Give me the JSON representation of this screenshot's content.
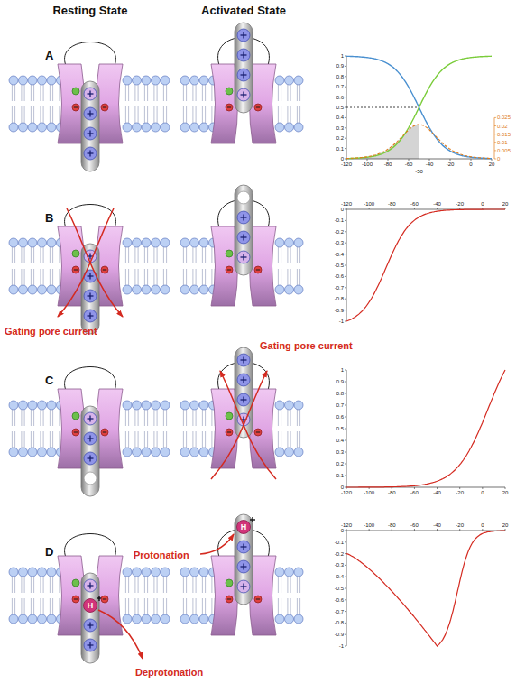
{
  "diagram": {
    "labels": [
      "Resting State",
      "Activated State",
      "A",
      "1",
      "0.9",
      "0.8",
      "0.7",
      "0.6",
      "0.5",
      "0.4",
      "0.3",
      "0.2",
      "0.1",
      "0",
      "-120",
      "-100",
      "-80",
      "-60",
      "-40",
      "-20",
      "0",
      "20",
      "-50",
      "0.025",
      "0.02",
      "0.015",
      "0.01",
      "0.005",
      "0",
      "B",
      "Gating pore current",
      "-120",
      "-100",
      "-80",
      "-60",
      "-40",
      "-20",
      "0",
      "20",
      "0",
      "-0.1",
      "-0.2",
      "-0.3",
      "-0.4",
      "-0.5",
      "-0.6",
      "-0.7",
      "-0.8",
      "-0.9",
      "-1",
      "C",
      "Gating pore current",
      "1",
      "0.9",
      "0.8",
      "0.7",
      "0.6",
      "0.5",
      "0.4",
      "0.3",
      "0.2",
      "0.1",
      "0",
      "-120",
      "-100",
      "-80",
      "-60",
      "-40",
      "-20",
      "0",
      "20",
      "D",
      "Protonation",
      "Deprotonation",
      "H",
      "H",
      "-120",
      "-100",
      "-80",
      "-60",
      "-40",
      "-20",
      "0",
      "20",
      "0",
      "-0.1",
      "-0.2",
      "-0.3",
      "-0.4",
      "-0.5",
      "-0.6",
      "-0.7",
      "-0.8",
      "-0.9",
      "-1"
    ]
  }
}
